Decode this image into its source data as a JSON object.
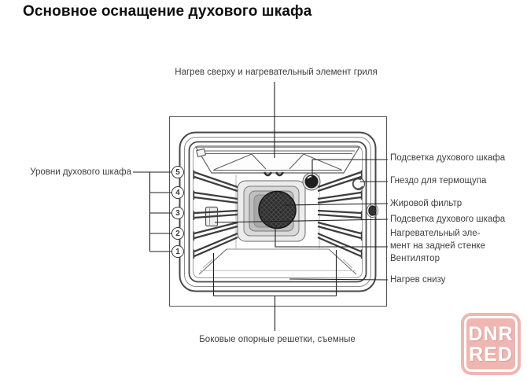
{
  "page": {
    "title": "Основное оснащение духового шкафа"
  },
  "diagram": {
    "top_label": "Нагрев сверху и нагревательный элемент гриля",
    "left_label": "Уровни духового шкафа",
    "bottom_label": "Боковые опорные решетки, съемные",
    "levels": [
      "5",
      "4",
      "3",
      "2",
      "1"
    ],
    "right_labels": {
      "light_top": "Подсветка духового шкафа",
      "probe_socket": "Гнездо для термощупа",
      "grease_filter": "Жировой фильтр",
      "light_side": "Подсветка духового шкафа",
      "rear_element_line1": "Нагревательный эле-",
      "rear_element_line2": "мент на задней стенке",
      "fan": "Вентилятор",
      "bottom_heat": "Нагрев снизу"
    }
  },
  "watermark": {
    "line1": "DNR",
    "line2": "RED",
    "color": "#efb0ab"
  },
  "colors": {
    "title_text": "#0e0e0e",
    "label_text": "#3e3e3e",
    "line": "#1f1f1f"
  }
}
